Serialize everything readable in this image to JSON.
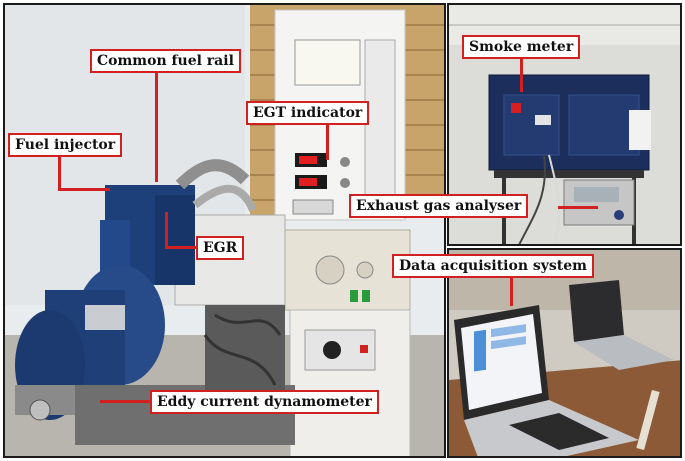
{
  "labels": {
    "common_fuel_rail": "Common fuel rail",
    "fuel_injector": "Fuel injector",
    "egt_indicator": "EGT indicator",
    "egr": "EGR",
    "eddy_current_dynamometer": "Eddy current dynamometer",
    "smoke_meter": "Smoke meter",
    "exhaust_gas_analyser": "Exhaust gas analyser",
    "data_acquisition_system": "Data acquisition system"
  },
  "colors": {
    "label_border": "#d21f1f",
    "leader_line": "#d21f1f",
    "engine_blue": "#1d3f7a",
    "panel_border": "#1a1a1a"
  }
}
